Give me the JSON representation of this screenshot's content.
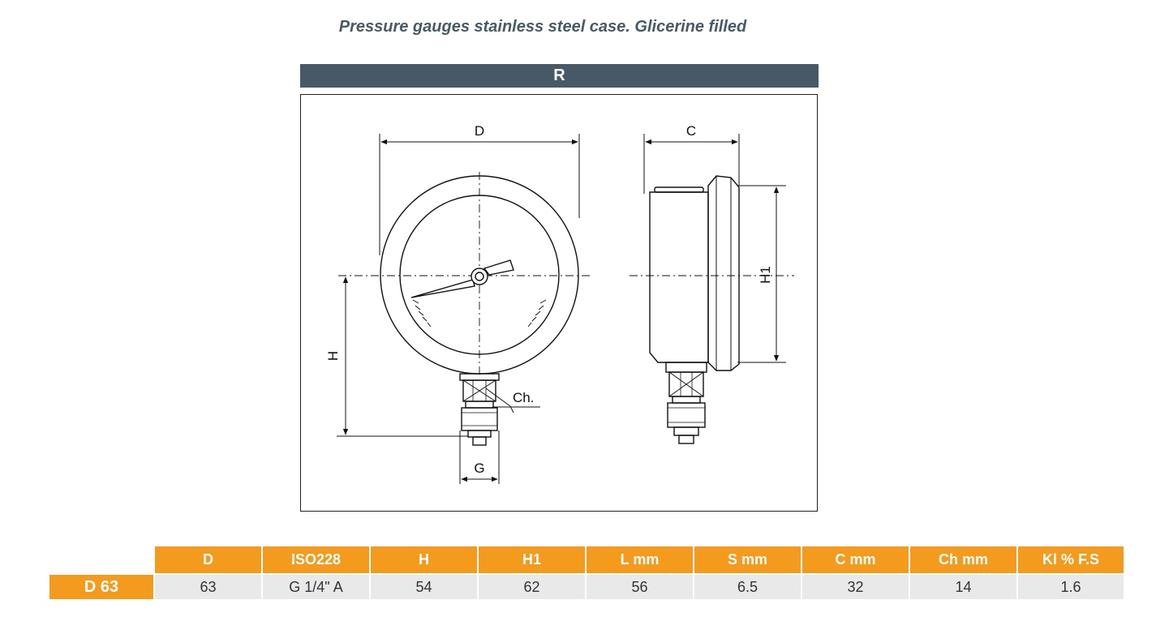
{
  "title": "Pressure gauges stainless steel case. Glicerine filled",
  "diagram": {
    "header": "R",
    "labels": {
      "D": "D",
      "C": "C",
      "H": "H",
      "H1": "H1",
      "G": "G",
      "Ch": "Ch."
    }
  },
  "table": {
    "headers": [
      "D",
      "ISO228",
      "H",
      "H1",
      "L mm",
      "S mm",
      "C mm",
      "Ch mm",
      "Kl % F.S"
    ],
    "row_label": "D 63",
    "values": [
      "63",
      "G 1/4\" A",
      "54",
      "62",
      "56",
      "6.5",
      "32",
      "14",
      "1.6"
    ]
  }
}
